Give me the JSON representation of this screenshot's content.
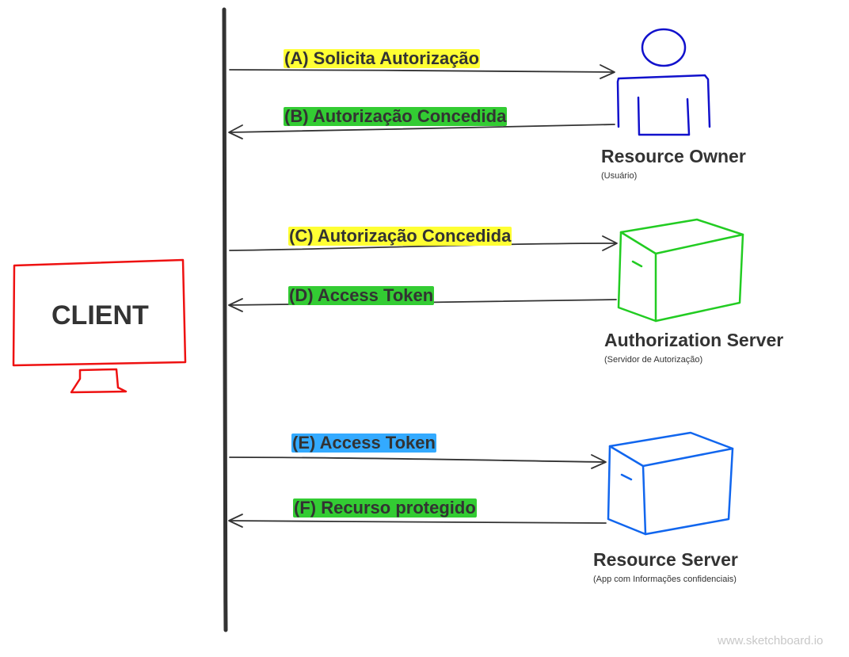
{
  "client": {
    "label": "CLIENT"
  },
  "entities": {
    "resource_owner": {
      "name": "Resource Owner",
      "subtitle": "(Usuário)"
    },
    "authorization_server": {
      "name": "Authorization Server",
      "subtitle": "(Servidor de Autorização)"
    },
    "resource_server": {
      "name": "Resource Server",
      "subtitle": "(App com Informações confidenciais)"
    }
  },
  "messages": [
    {
      "id": "A",
      "label": "(A) Solicita Autorização",
      "direction": "to-resource-owner",
      "highlight": "#ffff33"
    },
    {
      "id": "B",
      "label": "(B) Autorização Concedida",
      "direction": "to-client",
      "highlight": "#33cc33"
    },
    {
      "id": "C",
      "label": "(C) Autorização Concedida",
      "direction": "to-authorization-server",
      "highlight": "#ffff33"
    },
    {
      "id": "D",
      "label": "(D) Access Token",
      "direction": "to-client",
      "highlight": "#33cc33"
    },
    {
      "id": "E",
      "label": "(E) Access Token",
      "direction": "to-resource-server",
      "highlight": "#33aaff"
    },
    {
      "id": "F",
      "label": "(F) Recurso protegido",
      "direction": "to-client",
      "highlight": "#33cc33"
    }
  ],
  "colors": {
    "client": "#ee1111",
    "resource_owner": "#1111cc",
    "authorization_server": "#22cc22",
    "resource_server": "#1166ee",
    "lifeline": "#333333"
  },
  "watermark": "www.sketchboard.io"
}
